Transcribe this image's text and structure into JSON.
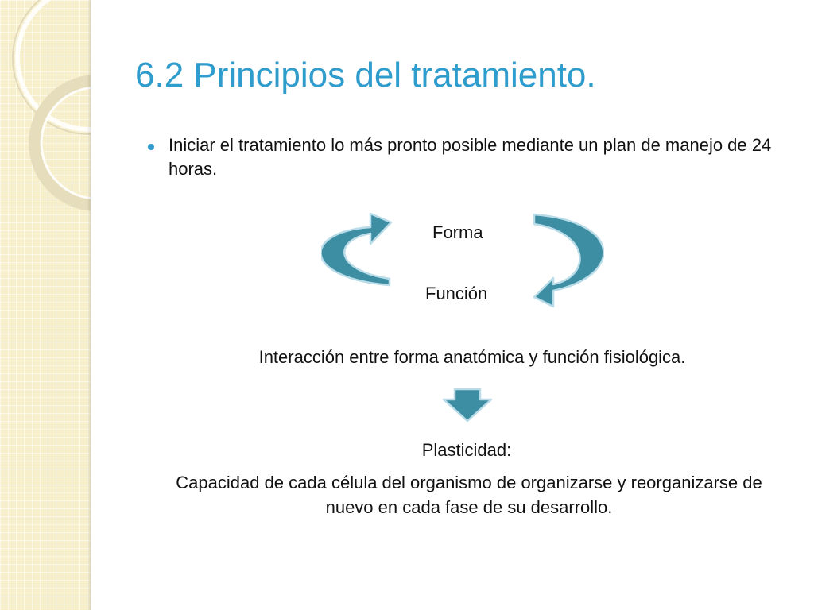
{
  "slide": {
    "title": "6.2 Principios del tratamiento.",
    "bullet": "Iniciar el tratamiento lo más pronto posible mediante un plan de manejo de 24 horas.",
    "cycle": {
      "top_label": "Forma",
      "bottom_label": "Función"
    },
    "interaction": "Interacción entre forma anatómica y función fisiológica.",
    "plasticity": {
      "title": "Plasticidad:",
      "text": "Capacidad de cada célula del organismo de organizarse y reorganizarse de nuevo en cada fase de su desarrollo."
    }
  },
  "colors": {
    "title": "#2e9ccc",
    "arrow_fill": "#3d8da3",
    "arrow_stroke": "#b9dce8",
    "panel": "#f7efcc"
  },
  "icons": {
    "cycle_arrows": "circular-arrows-icon",
    "down_arrow": "down-arrow-icon"
  }
}
